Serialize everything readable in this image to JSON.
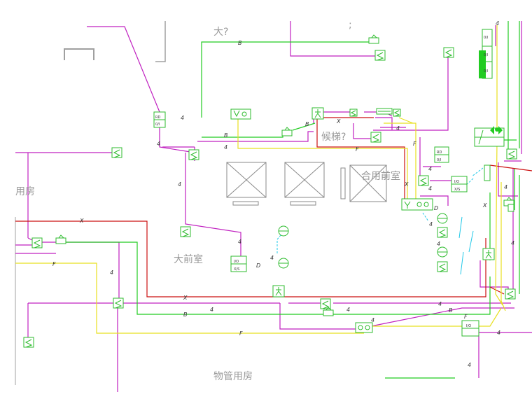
{
  "rooms": {
    "top_left": "大?",
    "top_center": " ! "
  },
  "labels": {
    "room_stair": "候梯?",
    "room_shared": "合用前室",
    "room_left": "用房",
    "room_big": "大前室",
    "room_big_prefix": "?",
    "room_bottom": "物管用房",
    "room_top": " "
  },
  "wire_codes": {
    "b": "B",
    "f": "F",
    "x": "X",
    "d": "D",
    "four": "4"
  },
  "devices": {
    "rd": "RD",
    "oi": "0/I",
    "io": "I/O",
    "xs": "X/S"
  },
  "colors": {
    "green": "#22cc22",
    "magenta": "#c020c0",
    "red": "#cc1111",
    "yellow": "#e8e020",
    "cyan": "#20c8e8",
    "wall": "#9a9a9a"
  }
}
